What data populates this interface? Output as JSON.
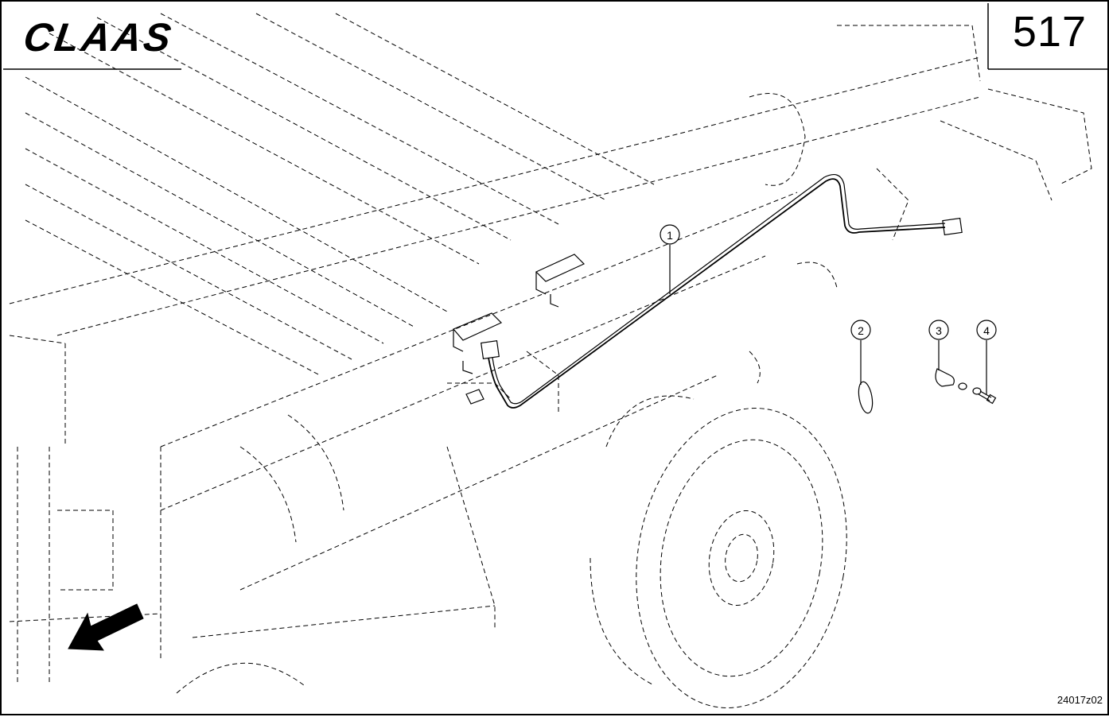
{
  "header": {
    "brand": "CLAAS",
    "page_number": "517"
  },
  "footer": {
    "drawing_id": "24017z02"
  },
  "callouts": [
    {
      "number": "1",
      "part": "cable-harness"
    },
    {
      "number": "2",
      "part": "cable-tie"
    },
    {
      "number": "3",
      "part": "cable-clamp"
    },
    {
      "number": "4",
      "part": "screw"
    }
  ],
  "colors": {
    "line": "#000000",
    "background": "#ffffff"
  }
}
